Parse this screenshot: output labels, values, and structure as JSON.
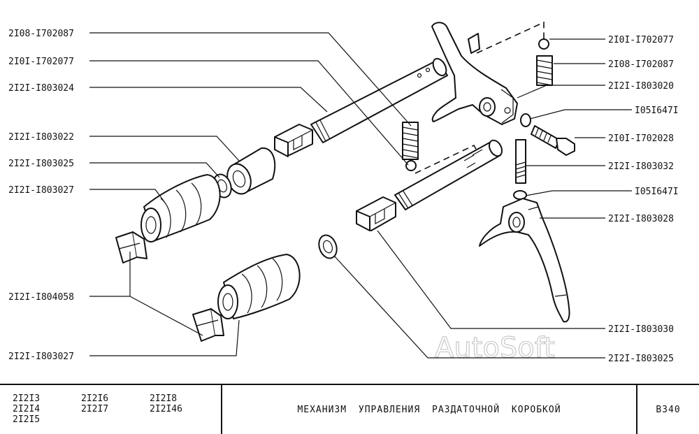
{
  "labels_left": [
    {
      "id": "l1",
      "text": "2I08-I702087"
    },
    {
      "id": "l2",
      "text": "2I0I-I702077"
    },
    {
      "id": "l3",
      "text": "2I2I-I803024"
    },
    {
      "id": "l4",
      "text": "2I2I-I803022"
    },
    {
      "id": "l5",
      "text": "2I2I-I803025"
    },
    {
      "id": "l6",
      "text": "2I2I-I803027"
    },
    {
      "id": "l7",
      "text": "2I2I-I804058"
    },
    {
      "id": "l8",
      "text": "2I2I-I803027"
    }
  ],
  "labels_right": [
    {
      "id": "r1",
      "text": "2I0I-I702077"
    },
    {
      "id": "r2",
      "text": "2I08-I702087"
    },
    {
      "id": "r3",
      "text": "2I2I-I803020"
    },
    {
      "id": "r4",
      "text": "I05I647I"
    },
    {
      "id": "r5",
      "text": "2I0I-I702028"
    },
    {
      "id": "r6",
      "text": "2I2I-I803032"
    },
    {
      "id": "r7",
      "text": "I05I647I"
    },
    {
      "id": "r8",
      "text": "2I2I-I803028"
    },
    {
      "id": "r9",
      "text": "2I2I-I803030"
    },
    {
      "id": "r10",
      "text": "2I2I-I803025"
    }
  ],
  "watermark": "AutoSoft",
  "title_block": {
    "models": [
      "2I2I3",
      "2I2I4",
      "2I2I5",
      "2I2I6",
      "2I2I7",
      "2I2I8",
      "2I2I46"
    ],
    "title": "МЕХАНИЗМ УПРАВЛЕНИЯ РАЗДАТОЧНОЙ КОРОБКОЙ",
    "code": "В340"
  }
}
